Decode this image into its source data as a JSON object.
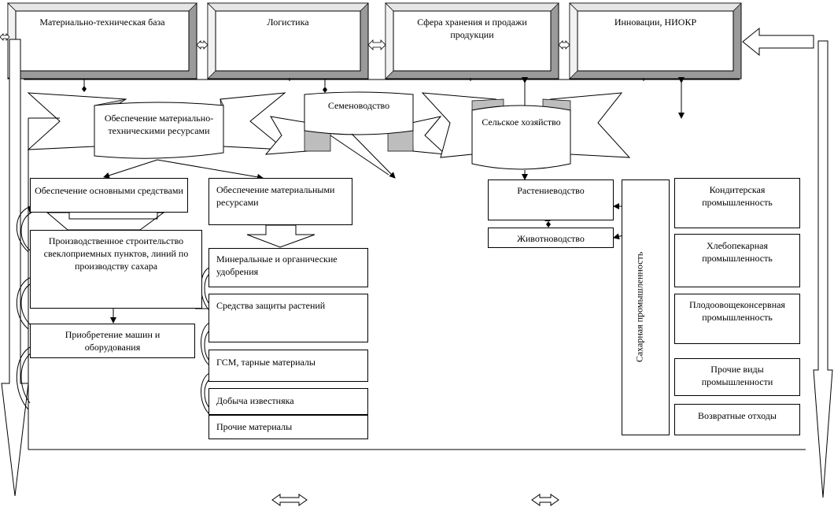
{
  "top_boxes": [
    {
      "label": "Материально-техническая база"
    },
    {
      "label": "Логистика"
    },
    {
      "label": "Сфера хранения и продажи продукции"
    },
    {
      "label": "Инновации, НИОКР"
    }
  ],
  "ribbons": {
    "provision": "Обеспечение материально-техническими ресурсами",
    "seed": "Семеноводство",
    "agri": "Сельское хозяйство"
  },
  "left_column": {
    "fixed_assets": "Обеспечение основными средствами",
    "construction": "Производственное строительство свеклоприемных пунктов, линий по производству сахара",
    "machinery": "Приобретение машин и оборудования"
  },
  "materials_column": {
    "header": "Обеспечение материальными ресурсами",
    "items": [
      "Минеральные и органические удобрения",
      "Средства защиты растений",
      "ГСМ, тарные материалы",
      "Добыча известняка",
      "Прочие материалы"
    ]
  },
  "agri_branches": {
    "crops": "Растениеводство",
    "livestock": "Животноводство"
  },
  "sugar_industry": "Сахарная промышленность",
  "industries": [
    "Кондитерская промышленность",
    "Хлебопекарная промышленность",
    "Плодоовощеконсервная промышленность",
    "Прочие виды промышленности",
    "Возвратные отходы"
  ]
}
